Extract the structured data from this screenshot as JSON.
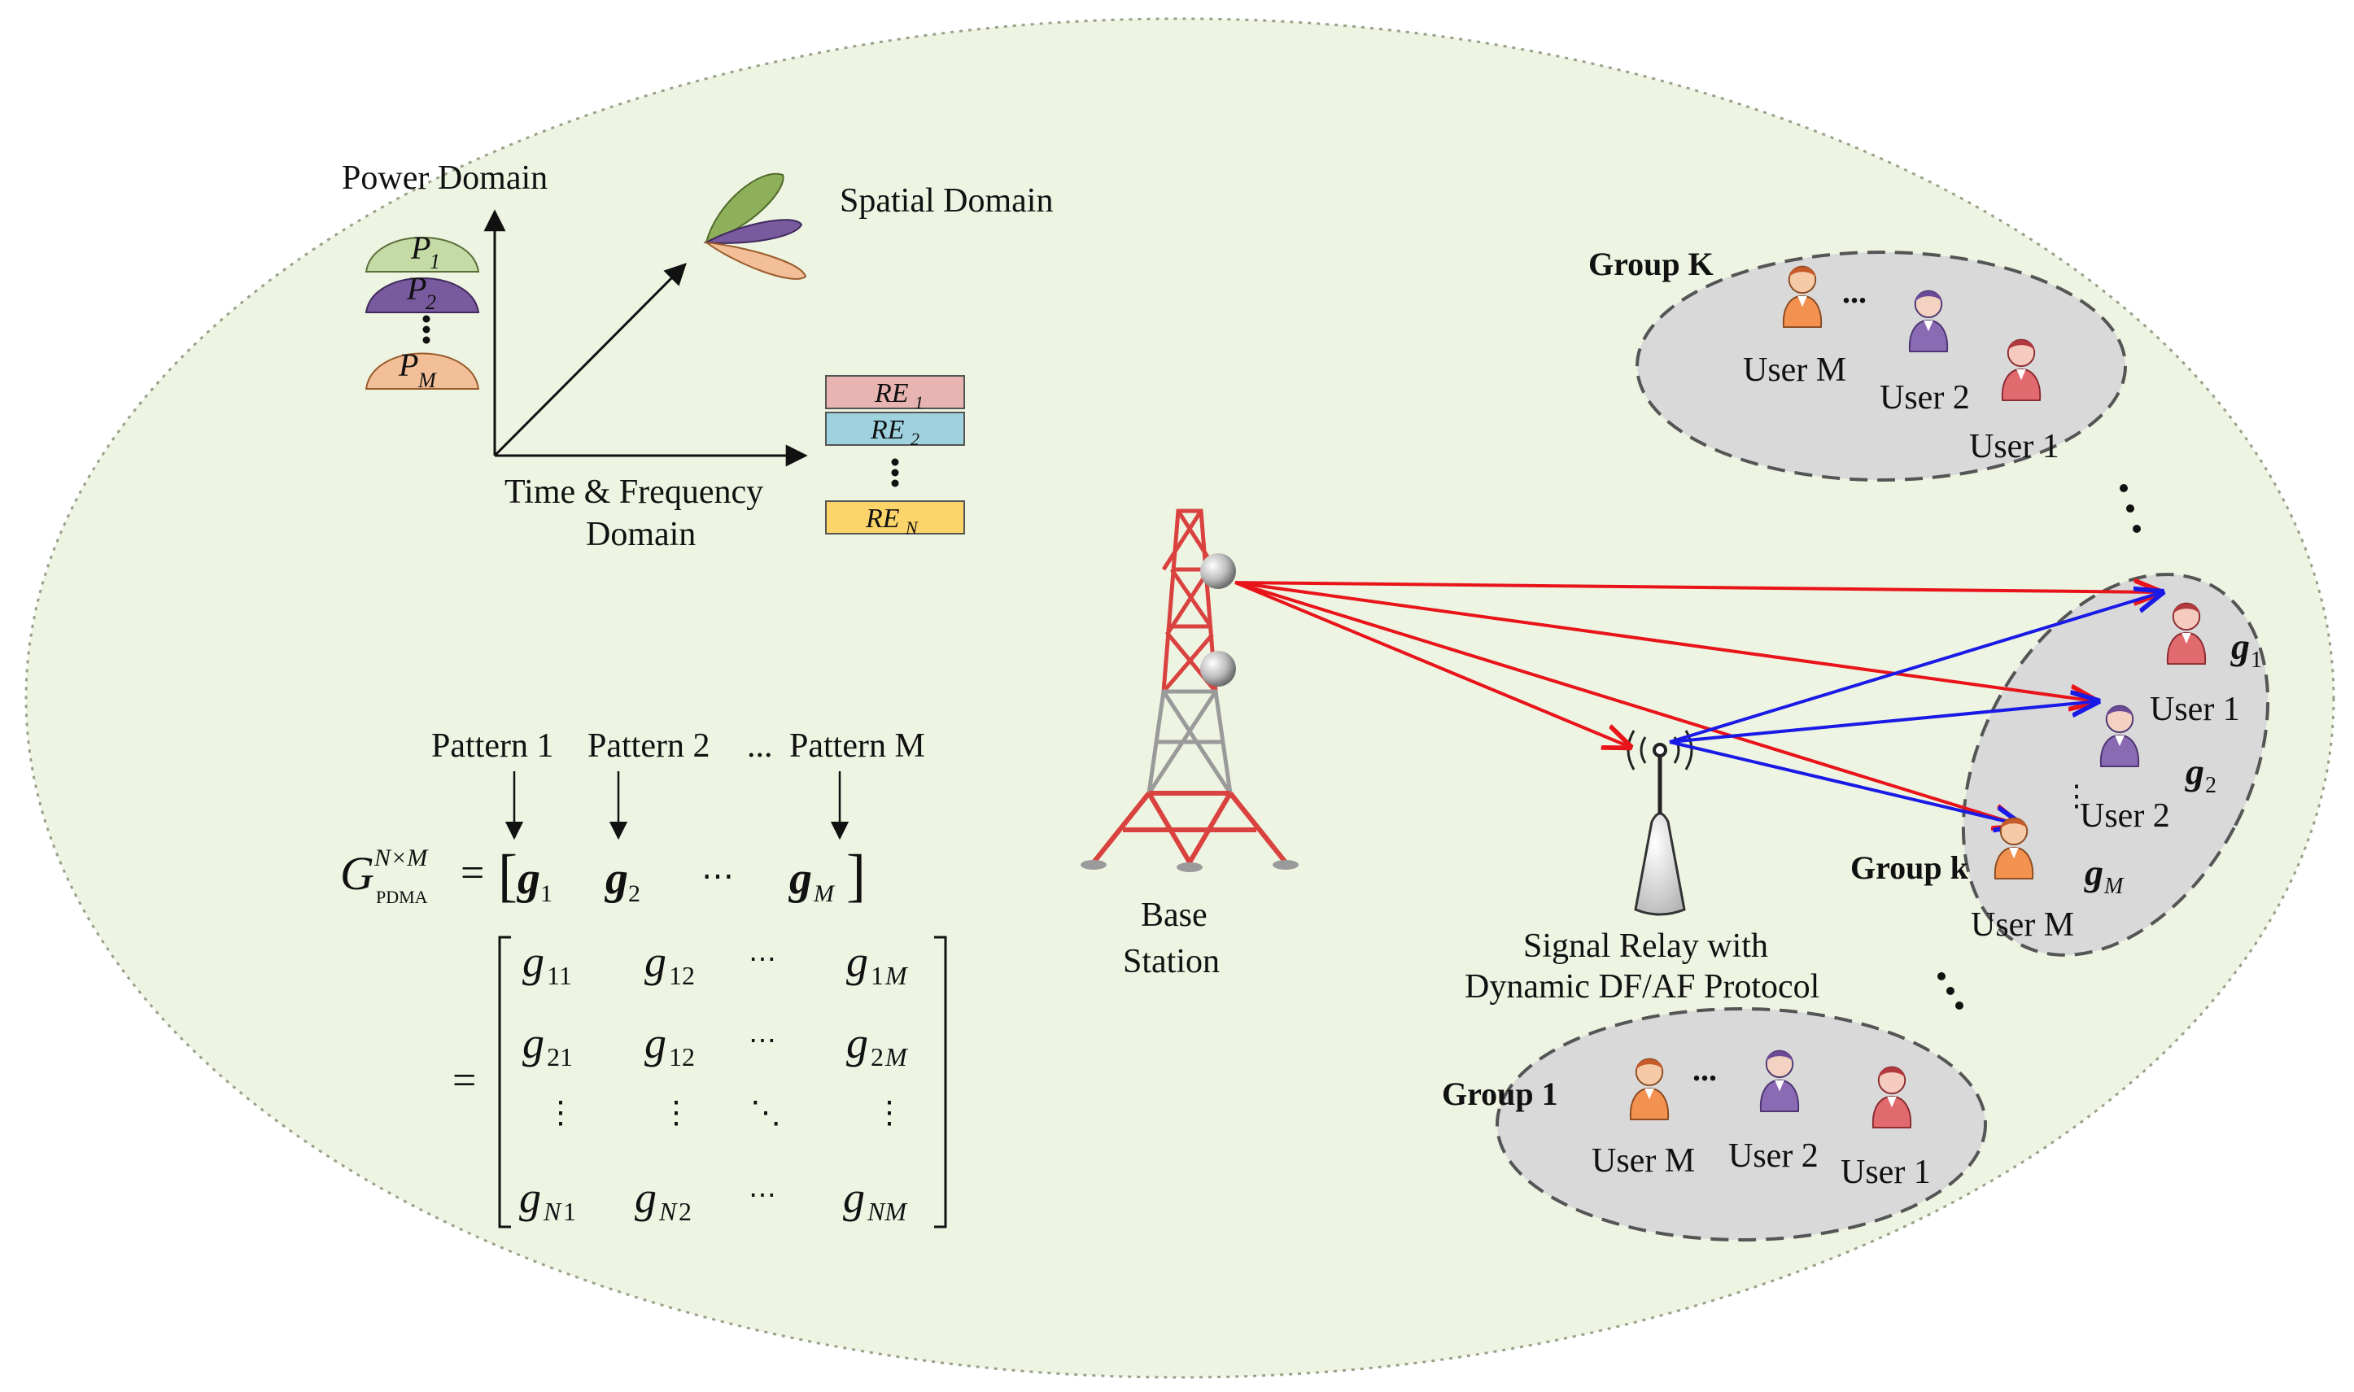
{
  "axes": {
    "power": "Power Domain",
    "spatial": "Spatial Domain",
    "tf_line1": "Time & Frequency",
    "tf_line2": "Domain"
  },
  "power_levels": [
    {
      "base": "P",
      "sub": "1",
      "color": "#c5dba5"
    },
    {
      "base": "P",
      "sub": "2",
      "color": "#7a5a9e"
    },
    {
      "base": "P",
      "sub": "M",
      "color": "#f3bf98"
    }
  ],
  "resource_elements": [
    {
      "base": "RE",
      "sub": "1",
      "color": "#e8b4b2"
    },
    {
      "base": "RE",
      "sub": "2",
      "color": "#9fd2df"
    },
    {
      "base": "RE",
      "sub": "N",
      "color": "#fbd46a"
    }
  ],
  "patterns": {
    "p1": "Pattern 1",
    "p2": "Pattern 2",
    "ellipsis": "...",
    "pm": "Pattern M"
  },
  "matrix": {
    "G": "G",
    "sup": "N×M",
    "sub": "PDMA",
    "vector_row": [
      "g1",
      "g2",
      "⋯",
      "gM"
    ],
    "rows": [
      [
        "g11",
        "g12",
        "⋯",
        "g1M"
      ],
      [
        "g21",
        "g12",
        "⋯",
        "g2M"
      ],
      [
        "⋮",
        "⋮",
        "⋱",
        "⋮"
      ],
      [
        "gN1",
        "gN2",
        "⋯",
        "gNM"
      ]
    ]
  },
  "base_station": {
    "line1": "Base",
    "line2": "Station"
  },
  "relay": {
    "line1": "Signal Relay with",
    "line2": "Dynamic DF/AF Protocol"
  },
  "groups": {
    "group_K": {
      "title": "Group K",
      "users": [
        "User M",
        "User 2",
        "User 1"
      ],
      "ellipsis": "..."
    },
    "group_k": {
      "title": "Group k",
      "users": [
        "User 1",
        "User 2",
        "User M"
      ],
      "vectors": [
        "g1",
        "g2",
        "gM"
      ]
    },
    "group_1": {
      "title": "Group 1",
      "users": [
        "User M",
        "User 2",
        "User 1"
      ],
      "ellipsis": "..."
    }
  },
  "colors": {
    "background_ellipse": "#eef4e2",
    "group_fill": "#d9d9d9",
    "direct_link": "#e8141a",
    "relay_link": "#1a1ae6",
    "tower_red": "#d9423e",
    "tower_grey": "#9a9a9a",
    "user_orange": "#f29150",
    "user_purple": "#8a6ab3",
    "user_red": "#e06a6e"
  }
}
